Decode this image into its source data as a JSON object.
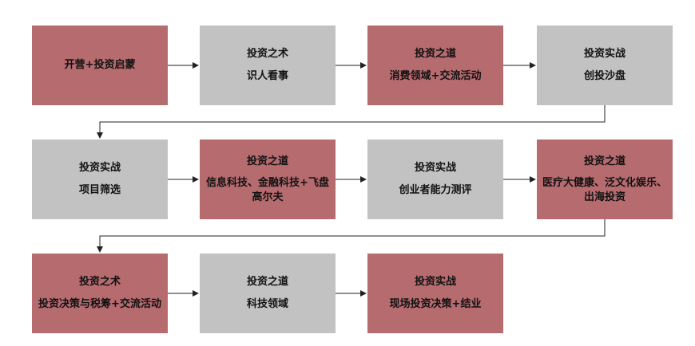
{
  "colors": {
    "red": "#b66b6f",
    "gray": "#c2c2c2",
    "arrow": "#222222"
  },
  "rows": [
    [
      {
        "title": "开营+投资启蒙",
        "desc": "",
        "color": "red"
      },
      {
        "title": "投资之术",
        "desc": "识人看事",
        "color": "gray"
      },
      {
        "title": "投资之道",
        "desc": "消费领域+交流活动",
        "color": "red"
      },
      {
        "title": "投资实战",
        "desc": "创投沙盘",
        "color": "gray"
      }
    ],
    [
      {
        "title": "投资实战",
        "desc": "项目筛选",
        "color": "gray"
      },
      {
        "title": "投资之道",
        "desc": "信息科技、金融科技+飞盘高尔夫",
        "color": "red"
      },
      {
        "title": "投资实战",
        "desc": "创业者能力测评",
        "color": "gray"
      },
      {
        "title": "投资之道",
        "desc": "医疗大健康、泛文化娱乐、出海投资",
        "color": "red"
      }
    ],
    [
      {
        "title": "投资之术",
        "desc": "投资决策与税筹+交流活动",
        "color": "red"
      },
      {
        "title": "投资之道",
        "desc": "科技领域",
        "color": "gray"
      },
      {
        "title": "投资实战",
        "desc": "现场投资决策+结业",
        "color": "red"
      }
    ]
  ]
}
